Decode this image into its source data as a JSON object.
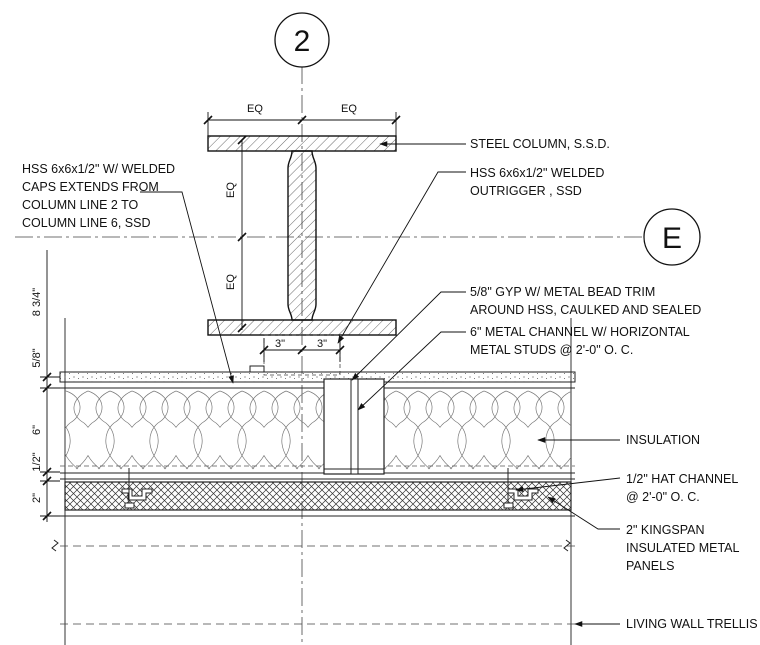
{
  "gridlines": {
    "column_bubble": "2",
    "row_bubble": "E"
  },
  "dimensions": {
    "top_left_eq": "EQ",
    "top_right_eq": "EQ",
    "web_upper_eq": "EQ",
    "web_lower_eq": "EQ",
    "left_3in": "3\"",
    "right_3in": "3\"",
    "overall_height": "8 3/4\"",
    "gyp_thickness": "5/8\"",
    "insulation_thickness": "6\"",
    "hat_channel_thickness": "1/2\"",
    "panel_thickness": "2\""
  },
  "notes": {
    "hss_caps": [
      "HSS 6x6x1/2\" W/ WELDED",
      "CAPS EXTENDS FROM",
      "COLUMN LINE 2 TO",
      "COLUMN LINE 6, SSD"
    ],
    "steel_column": [
      "STEEL COLUMN, S.S.D."
    ],
    "hss_outrigger": [
      "HSS 6x6x1/2\" WELDED",
      "OUTRIGGER , SSD"
    ],
    "gyp": [
      "5/8\" GYP W/ METAL BEAD TRIM",
      "AROUND HSS, CAULKED AND SEALED"
    ],
    "metal_channel": [
      "6\" METAL CHANNEL W/ HORIZONTAL",
      "METAL STUDS @ 2'-0\" O. C."
    ],
    "insulation": [
      "INSULATION"
    ],
    "hat_channel": [
      "1/2\" HAT CHANNEL",
      "@ 2'-0\" O. C."
    ],
    "kingspan": [
      "2\" KINGSPAN",
      "INSULATED METAL",
      "PANELS"
    ],
    "trellis": [
      "LIVING WALL TRELLIS"
    ]
  }
}
